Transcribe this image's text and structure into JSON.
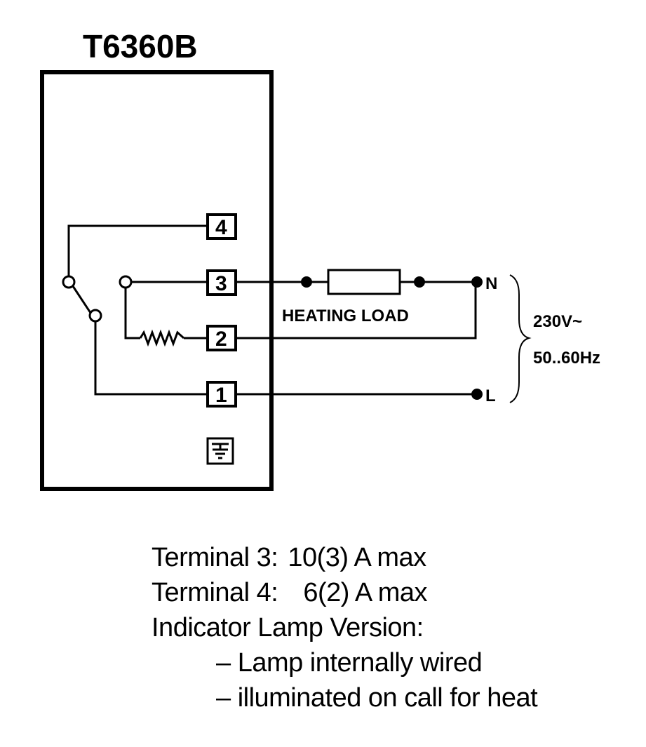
{
  "title": "T6360B",
  "terminals": [
    "4",
    "3",
    "2",
    "1"
  ],
  "load_label": "HEATING LOAD",
  "supply": {
    "neutral": "N",
    "line": "L",
    "voltage": "230V~",
    "frequency": "50..60Hz"
  },
  "notes": {
    "terminal3_label": "Terminal 3:",
    "terminal3_value": "10(3) A max",
    "terminal4_label": "Terminal 4:",
    "terminal4_value": "6(2) A max",
    "lamp_heading": "Indicator Lamp Version:",
    "lamp_items": [
      "– Lamp internally wired",
      "– illuminated on call for heat"
    ]
  },
  "icons": [
    "earth-terminal-icon",
    "resistor-icon",
    "switch-contact-icon"
  ]
}
